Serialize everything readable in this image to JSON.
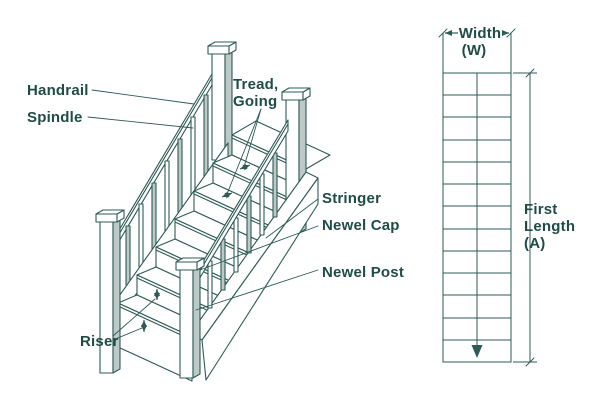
{
  "colors": {
    "line": "#2E5B56",
    "text": "#1F4C47",
    "shade": "#BCC9C6",
    "background": "#FFFFFF"
  },
  "staircase": {
    "labels": {
      "handrail": "Handrail",
      "spindle": "Spindle",
      "tread_going_1": "Tread,",
      "tread_going_2": "Going",
      "stringer": "Stringer",
      "newel_cap": "Newel Cap",
      "newel_post": "Newel Post",
      "riser": "Riser"
    }
  },
  "plan": {
    "tread_rows": 13,
    "labels": {
      "width_1": "Width",
      "width_2": "(W)",
      "first_length_1": "First",
      "first_length_2": "Length",
      "first_length_3": "(A)"
    }
  }
}
